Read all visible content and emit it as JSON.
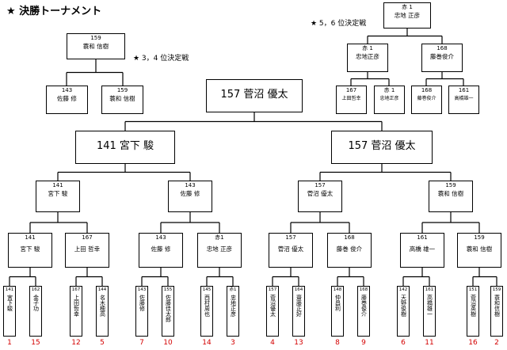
{
  "title": "★ 決勝トーナメント",
  "notes": {
    "third_place": "★ 3，4 位決定戦",
    "fifth_place": "★ 5，6 位決定戦"
  },
  "final": {
    "name": "157 菅沼 優太"
  },
  "semi_left": {
    "name": "141 宮下 駿"
  },
  "semi_right": {
    "name": "157 菅沼 優太"
  },
  "third_place": {
    "winner": {
      "no": "159",
      "name": "蓑和 信樹"
    },
    "left": {
      "no": "143",
      "name": "佐藤 修"
    },
    "right": {
      "no": "159",
      "name": "蓑和 信樹"
    }
  },
  "fifth_place": {
    "winner": {
      "no": "赤 1",
      "name": "忠地 正彦"
    },
    "left": {
      "no": "赤 1",
      "name": "忠地正彦"
    },
    "right": {
      "no": "168",
      "name": "藤巻俊介"
    },
    "ll": {
      "no": "167",
      "name": "上田哲幸"
    },
    "lr": {
      "no": "赤 1",
      "name": "忠地正彦"
    },
    "rl": {
      "no": "168",
      "name": "藤巻俊介"
    },
    "rr": {
      "no": "161",
      "name": "高橋雄一"
    }
  },
  "quarters": [
    {
      "no": "141",
      "name": "宮下 駿"
    },
    {
      "no": "143",
      "name": "佐藤 修"
    },
    {
      "no": "157",
      "name": "菅沼 優太"
    },
    {
      "no": "159",
      "name": "蓑和 信樹"
    }
  ],
  "round16": [
    {
      "no": "141",
      "name": "宮下 駿"
    },
    {
      "no": "167",
      "name": "上田 哲幸"
    },
    {
      "no": "143",
      "name": "佐藤 修"
    },
    {
      "no": "赤1",
      "name": "忠地 正彦"
    },
    {
      "no": "157",
      "name": "菅沼 優太"
    },
    {
      "no": "168",
      "name": "藤巻 俊介"
    },
    {
      "no": "161",
      "name": "高橋 雄一"
    },
    {
      "no": "159",
      "name": "蓑和 信樹"
    }
  ],
  "entrants": [
    {
      "no": "141",
      "name": "宮下駿",
      "seed": "1"
    },
    {
      "no": "162",
      "name": "金子功",
      "seed": "15"
    },
    {
      "no": "167",
      "name": "上田哲幸",
      "seed": "12"
    },
    {
      "no": "144",
      "name": "名木穂高",
      "seed": "5"
    },
    {
      "no": "143",
      "name": "佐藤修",
      "seed": "7"
    },
    {
      "no": "155",
      "name": "佐藤佳太郎",
      "seed": "10"
    },
    {
      "no": "145",
      "name": "西村周也",
      "seed": "14"
    },
    {
      "no": "赤1",
      "name": "忠地正彦",
      "seed": "3"
    },
    {
      "no": "157",
      "name": "菅沼優太",
      "seed": "4"
    },
    {
      "no": "164",
      "name": "齋藤正好",
      "seed": "13"
    },
    {
      "no": "148",
      "name": "仲昌利",
      "seed": "8"
    },
    {
      "no": "168",
      "name": "藤巻俊介",
      "seed": "9"
    },
    {
      "no": "142",
      "name": "天野俊樹",
      "seed": "6"
    },
    {
      "no": "161",
      "name": "高橋雄一",
      "seed": "11"
    },
    {
      "no": "151",
      "name": "菅沼英樹",
      "seed": "16"
    },
    {
      "no": "159",
      "name": "蓑和信樹",
      "seed": "2"
    }
  ]
}
